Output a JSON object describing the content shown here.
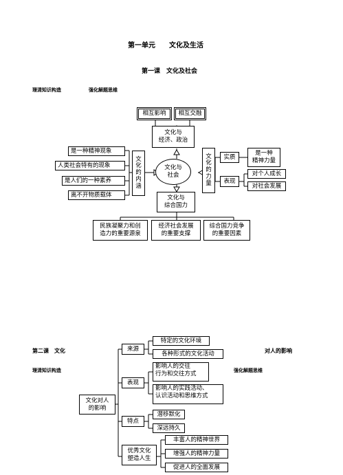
{
  "heading": {
    "unit_title": "第一单元　　文化及生活",
    "lesson1_title": "第一课　文化及社会",
    "subheading_left": "理清知识构造",
    "subheading_right": "强化解题思维"
  },
  "diagram1": {
    "top_boxes": [
      "相互影响",
      "相互交融"
    ],
    "econ_politics": [
      "文化与",
      "经济、政治"
    ],
    "center": [
      "文化与",
      "社会"
    ],
    "inner_label": [
      "文",
      "化",
      "的",
      "内",
      "涵"
    ],
    "inner_items": [
      "是一种精神现象",
      "人类社会特有的现象",
      "是人们的一种素养",
      "离不开物质载体"
    ],
    "power_label": [
      "文",
      "化",
      "的",
      "力",
      "量"
    ],
    "essence": "实质",
    "essence_value": [
      "是一种",
      "精神力量"
    ],
    "manifest": "表现",
    "manifest_items": [
      "对个人成长",
      "对社会发展"
    ],
    "national_power": [
      "文化与",
      "综合国力"
    ],
    "bottom_boxes": [
      [
        "民族凝聚力和创",
        "造力的重要源泉"
      ],
      [
        "经济社会发展",
        "的重要支撑"
      ],
      [
        "综合国力竞争",
        "的重要因素"
      ]
    ]
  },
  "lesson2": {
    "title_left": "第二课　文化",
    "title_right": "对人的影响",
    "subheading_left": "理清知识构造",
    "subheading_right": "强化解题思维"
  },
  "diagram2": {
    "root": [
      "文化对人",
      "的影响"
    ],
    "source": "来源",
    "source_items": [
      "特定的文化环境",
      "各种形式的文化活动"
    ],
    "show": "表现",
    "show_items": [
      [
        "影响人的交往",
        "行为和交往方式"
      ],
      [
        "影响人的实践活动、",
        "认识活动和思维方式"
      ]
    ],
    "feature": "特点",
    "feature_items": [
      "潜移默化",
      "深远持久"
    ],
    "shape": [
      "优秀文化",
      "塑造人生"
    ],
    "shape_items": [
      "丰富人的精神世界",
      "增强人的精神力量",
      "促进人的全面发展"
    ]
  }
}
